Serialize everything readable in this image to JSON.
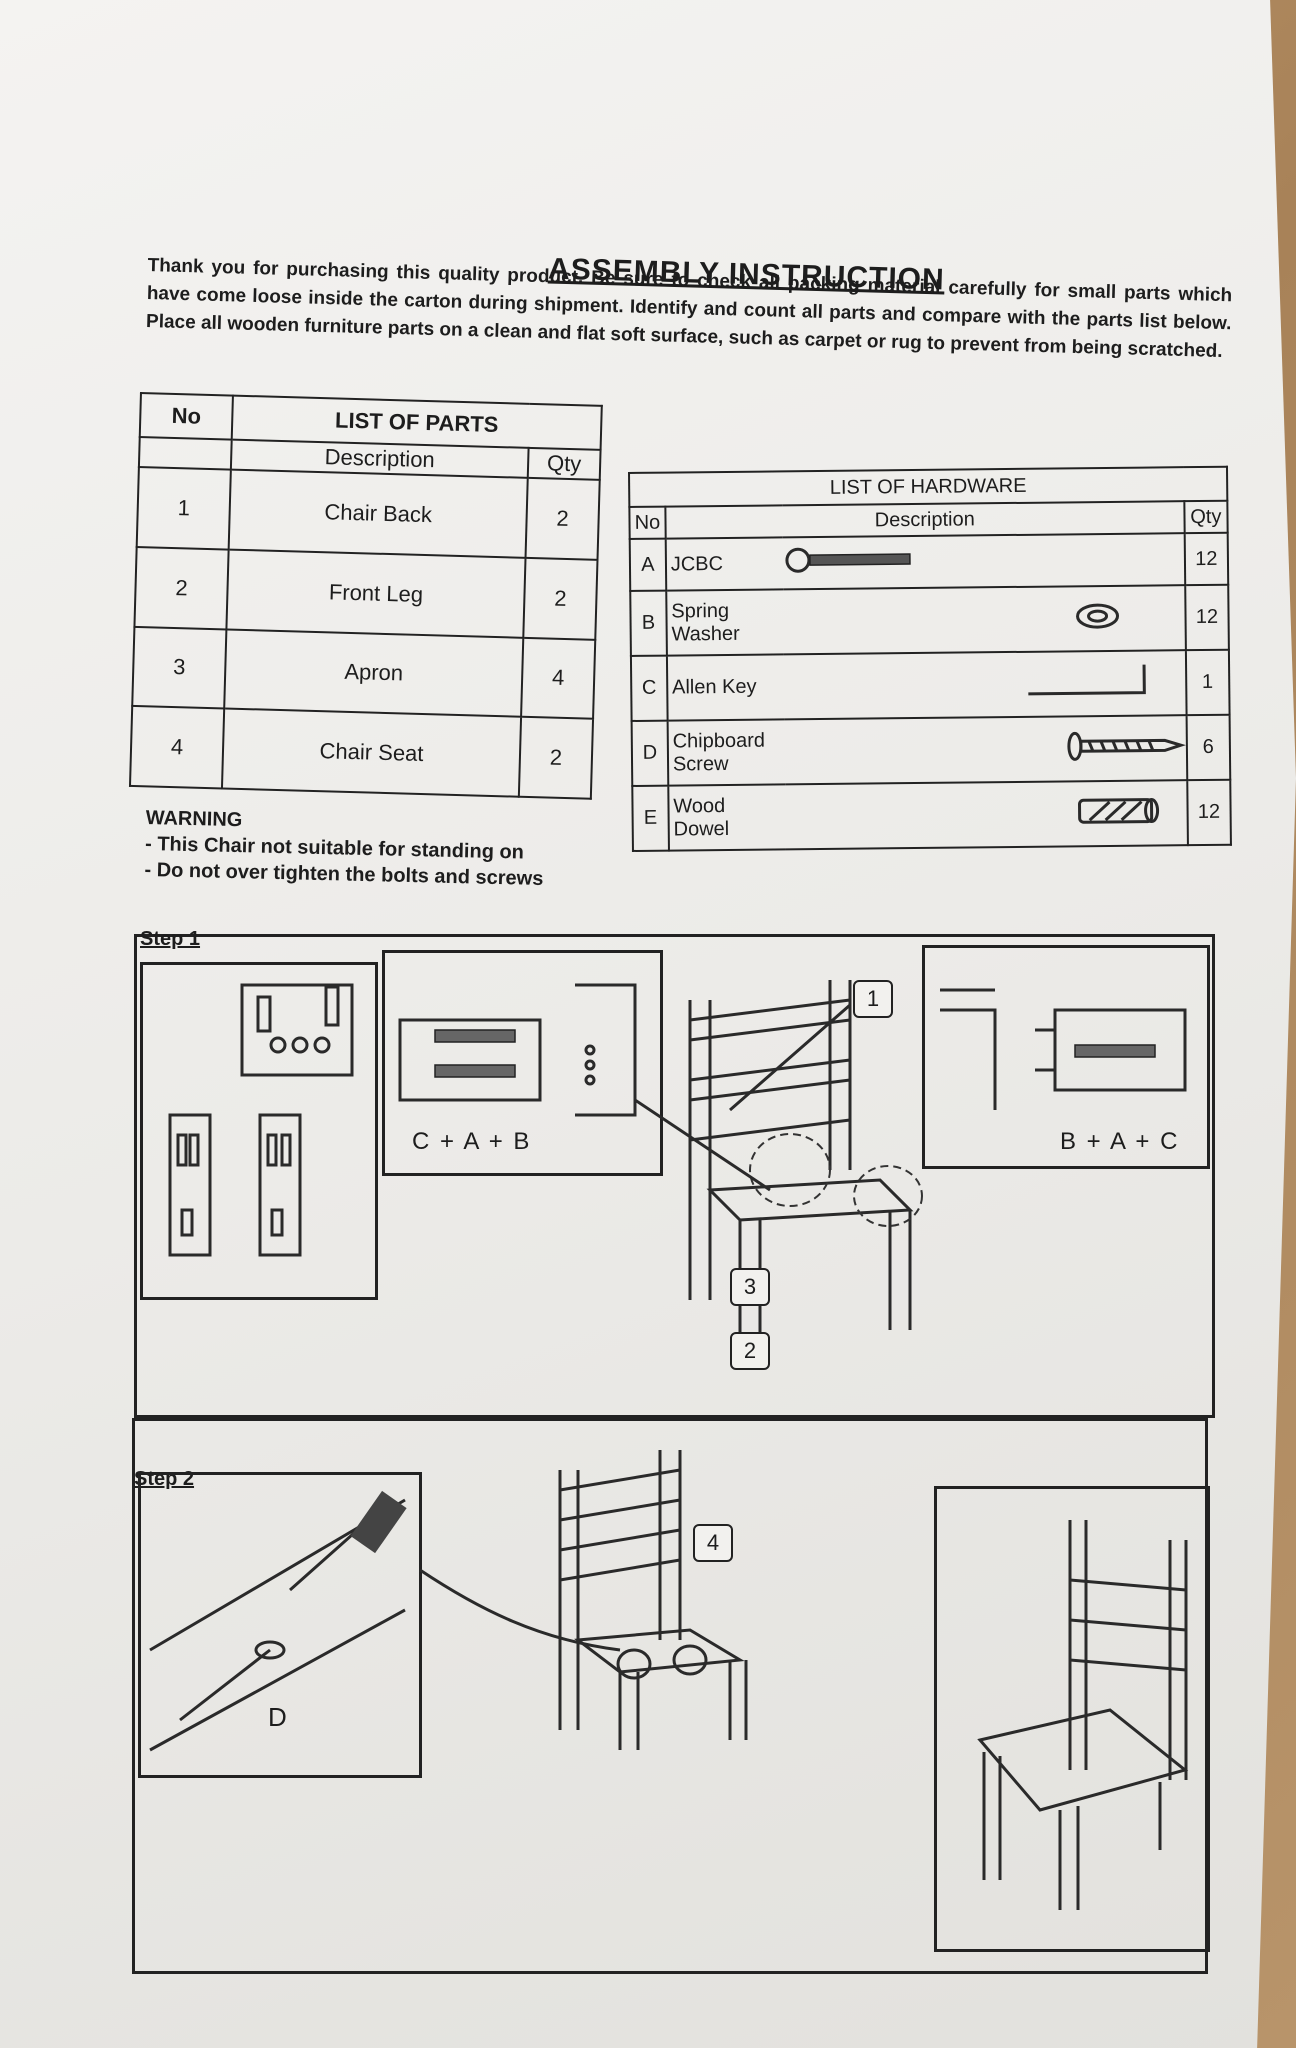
{
  "title": "ASSEMBLY INSTRUCTION",
  "intro": "Thank you for purchasing this quality product. Be sure to check all packing material carefully for small parts which have come loose inside the carton during shipment. Identify and count all parts and compare with the parts list below. Place all wooden furniture parts on a clean and flat soft surface, such as carpet or rug to prevent from being scratched.",
  "parts_list": {
    "heading": "LIST OF PARTS",
    "col_no": "No",
    "col_desc": "Description",
    "col_qty": "Qty",
    "rows": [
      {
        "no": "1",
        "desc": "Chair Back",
        "qty": "2"
      },
      {
        "no": "2",
        "desc": "Front Leg",
        "qty": "2"
      },
      {
        "no": "3",
        "desc": "Apron",
        "qty": "4"
      },
      {
        "no": "4",
        "desc": "Chair Seat",
        "qty": "2"
      }
    ]
  },
  "hardware_list": {
    "heading": "LIST OF HARDWARE",
    "col_no": "No",
    "col_desc": "Description",
    "col_qty": "Qty",
    "rows": [
      {
        "no": "A",
        "desc": "JCBC",
        "qty": "12",
        "icon": "bolt-icon"
      },
      {
        "no": "B",
        "desc": "Spring Washer",
        "qty": "12",
        "icon": "washer-icon"
      },
      {
        "no": "C",
        "desc": "Allen Key",
        "qty": "1",
        "icon": "allen-key-icon"
      },
      {
        "no": "D",
        "desc": "Chipboard Screw",
        "qty": "6",
        "icon": "screw-icon"
      },
      {
        "no": "E",
        "desc": "Wood Dowel",
        "qty": "12",
        "icon": "dowel-icon"
      }
    ]
  },
  "warning": {
    "heading": "WARNING",
    "lines": [
      "- This Chair not suitable for standing on",
      "- Do not over tighten the bolts and screws"
    ]
  },
  "step1": {
    "label": "Step 1",
    "combo_left": "C + A + B",
    "combo_right": "B + A + C",
    "callouts": [
      "1",
      "3",
      "2"
    ]
  },
  "step2": {
    "label": "Step 2",
    "screw_letter": "D",
    "callout": "4"
  }
}
